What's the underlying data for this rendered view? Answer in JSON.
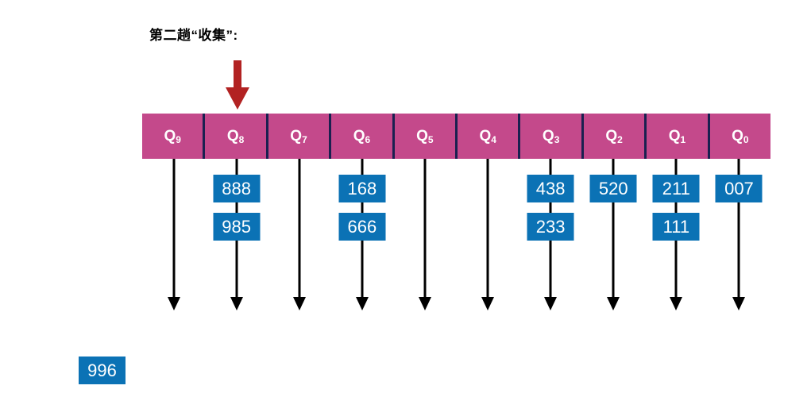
{
  "title": "第二趟“收集”:",
  "colors": {
    "queue_bar": "#C4498B",
    "separator": "#1A2050",
    "value_box": "#0B72B5",
    "arrow": "#000000",
    "insertion_arrow": "#B22222"
  },
  "insertion_arrow": {
    "target_cell": "Q8",
    "icon": "down-arrow-icon"
  },
  "queue": {
    "cells": [
      {
        "name": "Q",
        "subscript": "9",
        "values": []
      },
      {
        "name": "Q",
        "subscript": "8",
        "values": [
          "888",
          "985"
        ]
      },
      {
        "name": "Q",
        "subscript": "7",
        "values": []
      },
      {
        "name": "Q",
        "subscript": "6",
        "values": [
          "168",
          "666"
        ]
      },
      {
        "name": "Q",
        "subscript": "5",
        "values": []
      },
      {
        "name": "Q",
        "subscript": "4",
        "values": []
      },
      {
        "name": "Q",
        "subscript": "3",
        "values": [
          "438",
          "233"
        ]
      },
      {
        "name": "Q",
        "subscript": "2",
        "values": [
          "520"
        ]
      },
      {
        "name": "Q",
        "subscript": "1",
        "values": [
          "211",
          "111"
        ]
      },
      {
        "name": "Q",
        "subscript": "0",
        "values": [
          "007"
        ]
      }
    ]
  },
  "output": {
    "value": "996"
  }
}
